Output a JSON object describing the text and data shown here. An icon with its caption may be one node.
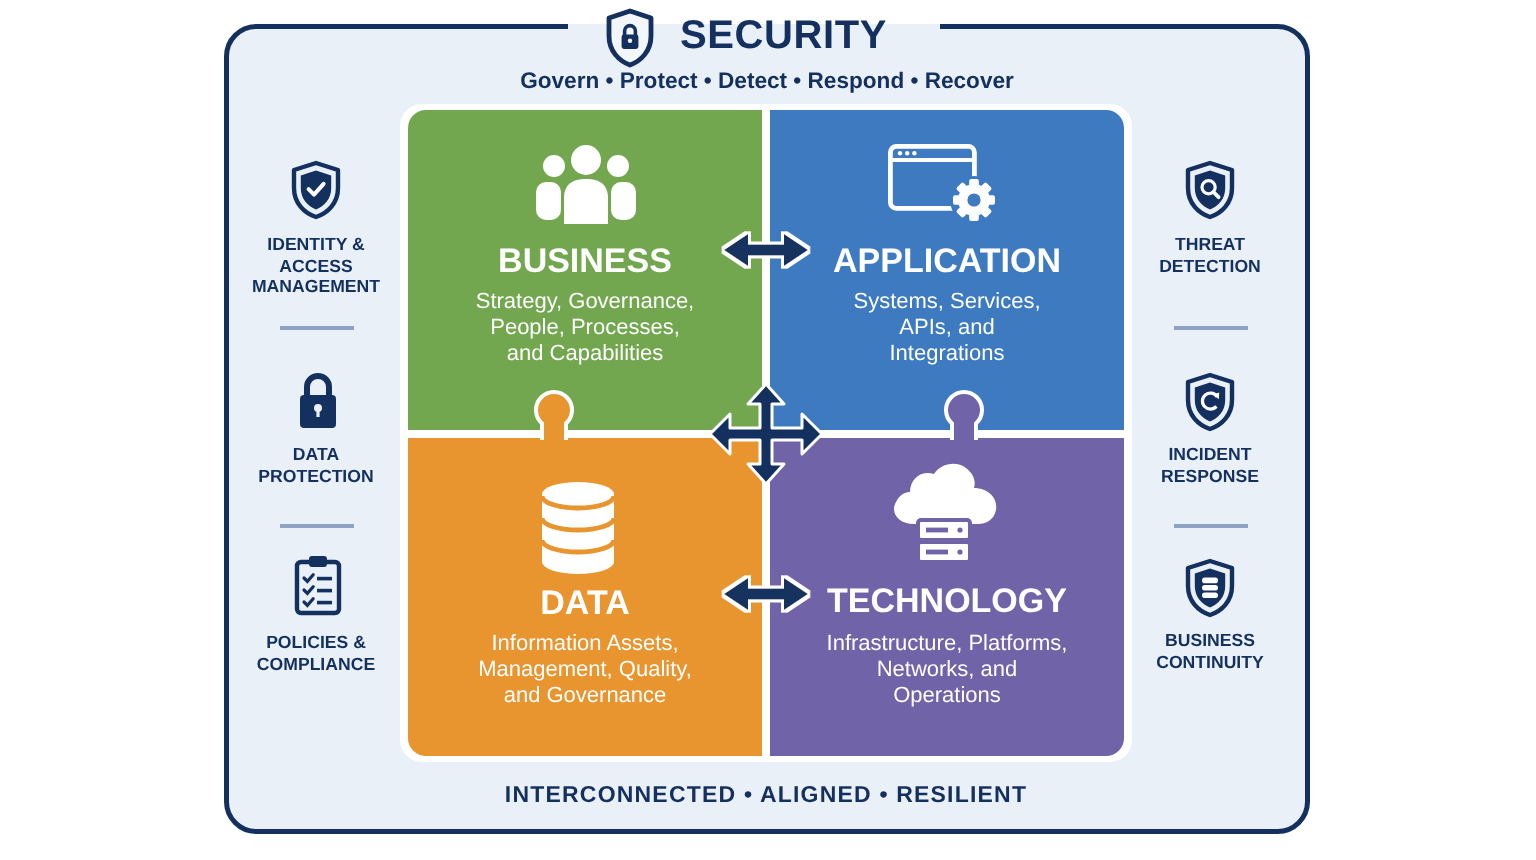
{
  "diagram": {
    "nodes": [
      {
        "text": [
          "SECURITY",
          "Govern • Protect • Detect • Respond • Recover"
        ]
      },
      {
        "text": [
          "BUSINESS",
          "Strategy, Governance, People, Processes, and Capabilities"
        ],
        "in": 0
      },
      {
        "text": [
          "APPLICATION",
          "Systems, Services, APIs, and Integrations"
        ],
        "in": 0
      },
      {
        "text": [
          "DATA",
          "Information Assets, Management, Quality, and Governance"
        ],
        "in": 0
      },
      {
        "text": [
          "TECHNOLOGY",
          "Infrastructure, Platforms, Networks, and Operations"
        ],
        "in": 0
      }
    ],
    "edges": [
      {
        "from": 1,
        "to": 2,
        "arrow": "both"
      },
      {
        "from": 3,
        "to": 4,
        "arrow": "both"
      }
    ],
    "labels": [
      "IDENTITY & ACCESS MANAGEMENT",
      "DATA PROTECTION",
      "POLICIES & COMPLIANCE",
      "THREAT DETECTION",
      "INCIDENT RESPONSE",
      "BUSINESS CONTINUITY",
      "INTERCONNECTED • ALIGNED • RESILIENT"
    ]
  }
}
